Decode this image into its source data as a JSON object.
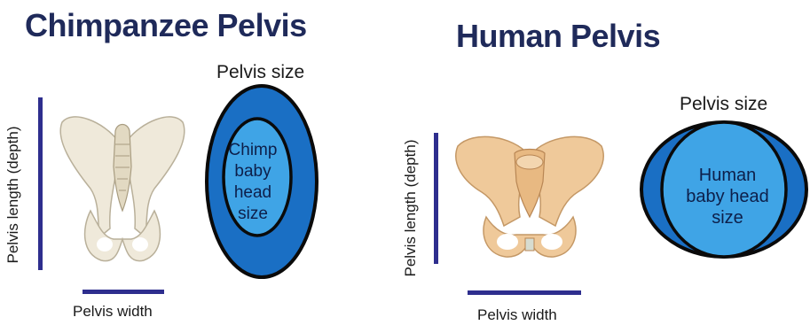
{
  "chimp": {
    "title": "Chimpanzee Pelvis",
    "size_label": "Pelvis size",
    "head_label": "Chimp baby head size",
    "length_label": "Pelvis length (depth)",
    "width_label": "Pelvis width"
  },
  "human": {
    "title": "Human Pelvis",
    "size_label": "Pelvis size",
    "head_label": "Human baby head size",
    "length_label": "Pelvis length (depth)",
    "width_label": "Pelvis width"
  },
  "colors": {
    "title": "#1f2a5a",
    "bar": "#2e2e8e",
    "pelvis_fill": "#1a6fc4",
    "head_fill": "#3fa4e6",
    "outline": "#0a0a0a",
    "chimp_bone": "#efe9da",
    "human_bone": "#efc99a"
  }
}
